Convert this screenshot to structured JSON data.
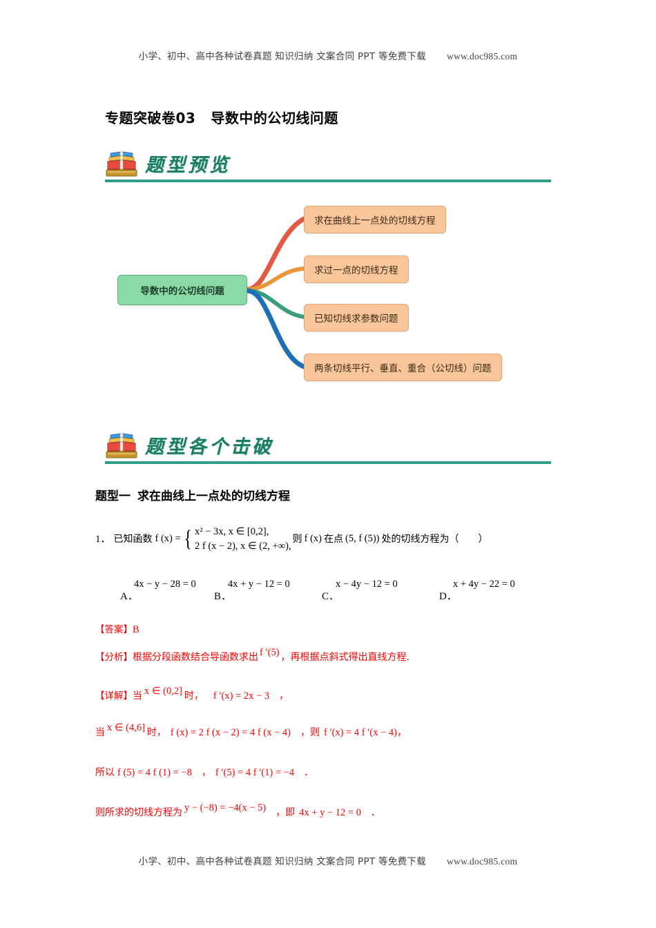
{
  "watermark": {
    "text": "小学、初中、高中各种试卷真题  知识归纳  文案合同  PPT 等免费下载",
    "site": "www.doc985.com"
  },
  "title": {
    "main": "专题突破卷03",
    "sub": "导数中的公切线问题"
  },
  "banners": {
    "preview": "题型预览",
    "breakdown": "题型各个击破"
  },
  "mindmap": {
    "root": "导数中的公切线问题",
    "nodes": [
      "求在曲线上一点处的切线方程",
      "求过一点的切线方程",
      "已知切线求参数问题",
      "两条切线平行、垂直、重合（公切线）问题"
    ],
    "colors": {
      "root_fill": "#8cd9a8",
      "node_fill": "#f8c69a",
      "branch1": "#e05a45",
      "branch2": "#e8983a",
      "branch3": "#3a9e7e",
      "branch4": "#1f6fb5"
    }
  },
  "type_heading": {
    "label": "题型一",
    "text": "求在曲线上一点处的切线方程"
  },
  "question": {
    "number": "1．",
    "stem_prefix": "已知函数",
    "fx": "f (x) =",
    "piece_line1": "x² − 3x, x ∈ [0,2],",
    "piece_line2": "2 f (x − 2), x ∈ (2, +∞),",
    "stem_middle": "则",
    "fx2": "f (x)",
    "stem_point": "在点",
    "point": "(5, f (5))",
    "stem_tail": "处的切线方程为（　　）",
    "options": [
      {
        "label": "A．",
        "expr": "4x − y − 28 = 0"
      },
      {
        "label": "B．",
        "expr": "4x + y − 12 = 0"
      },
      {
        "label": "C．",
        "expr": "x − 4y − 12 = 0"
      },
      {
        "label": "D．",
        "expr": "x + 4y − 22 = 0"
      }
    ]
  },
  "answer": {
    "answer_label": "【答案】",
    "answer_value": "B",
    "analysis_label": "【分析】",
    "analysis_text1": "根据分段函数结合导函数求出",
    "analysis_expr": "f ′(5)",
    "analysis_text2": "，再根据点斜式得出直线方程.",
    "detail_label": "【详解】",
    "line1_pre": "当",
    "line1_cond": "x ∈ (0,2]",
    "line1_mid": "时，",
    "line1_expr": "f ′(x) = 2x − 3",
    "line1_end": "，",
    "line2_pre": "当",
    "line2_cond": "x ∈ (4,6]",
    "line2_mid": "时，",
    "line2_expr1": "f (x) = 2 f (x − 2) = 4 f (x − 4)",
    "line2_sep": "，则",
    "line2_expr2": "f ′(x) = 4 f ′(x − 4)",
    "line2_end": "，",
    "line3_pre": "所以",
    "line3_expr1": "f (5) = 4 f (1) = −8",
    "line3_sep": "，",
    "line3_expr2": "f ′(5) = 4 f ′(1) = −4",
    "line3_end": "．",
    "line4_pre": "则所求的切线方程为",
    "line4_expr1": "y − (−8) = −4(x − 5)",
    "line4_sep": "，即",
    "line4_expr2": "4x + y − 12 = 0",
    "line4_end": "．"
  }
}
